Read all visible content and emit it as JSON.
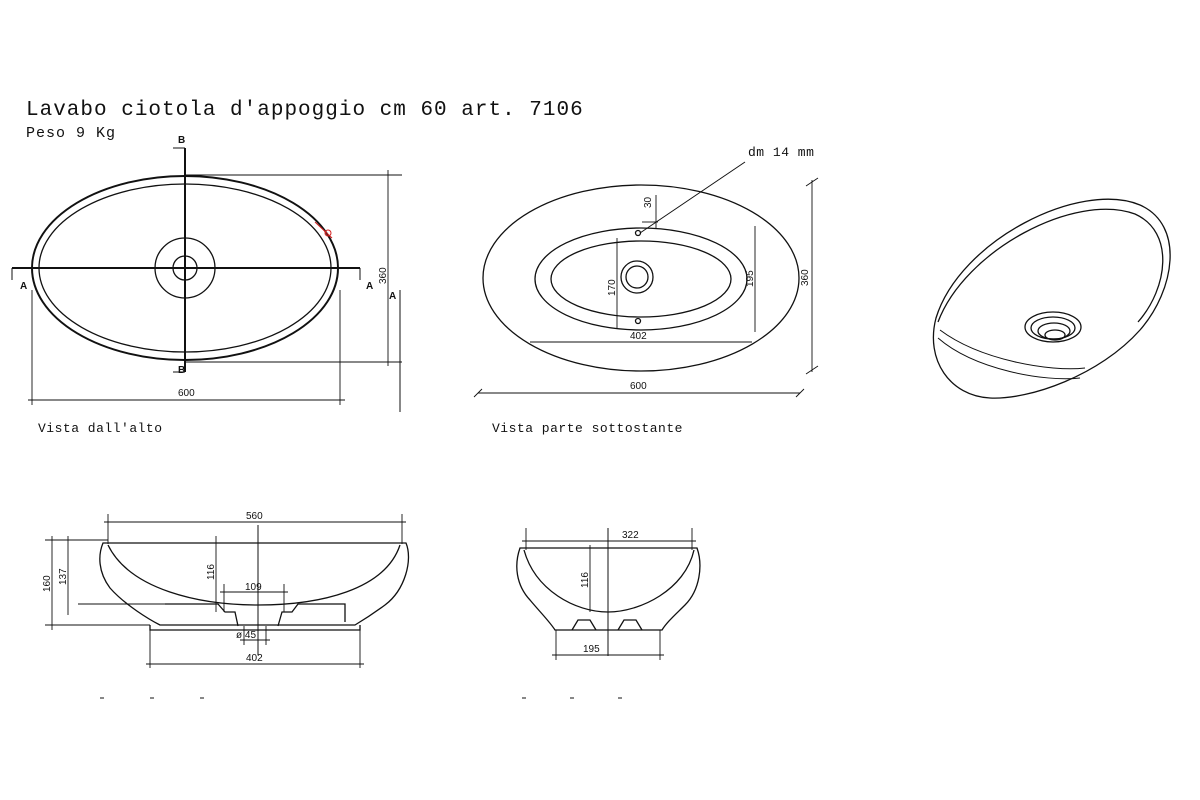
{
  "title": "Lavabo ciotola d'appoggio cm 60 art. 7106",
  "weight": "Peso 9 Kg",
  "views": {
    "top": {
      "caption": "Vista dall'alto",
      "width_dim": "600",
      "height_dim": "360",
      "section_a": "A",
      "section_b": "B"
    },
    "bottom": {
      "caption": "Vista parte sottostante",
      "hole_note": "dm 14 mm",
      "hole_offset": "30",
      "inner_height": "170",
      "inner_width": "402",
      "rim_height": "195",
      "outer_height": "360",
      "outer_width": "600"
    },
    "front": {
      "top_width": "560",
      "total_height": "160",
      "bowl_height": "137",
      "inner_depth": "116",
      "drain_width": "109",
      "drain_diameter": "ø 45",
      "base_width": "402"
    },
    "side": {
      "top_width": "322",
      "inner_depth": "116",
      "base_width": "195"
    }
  }
}
